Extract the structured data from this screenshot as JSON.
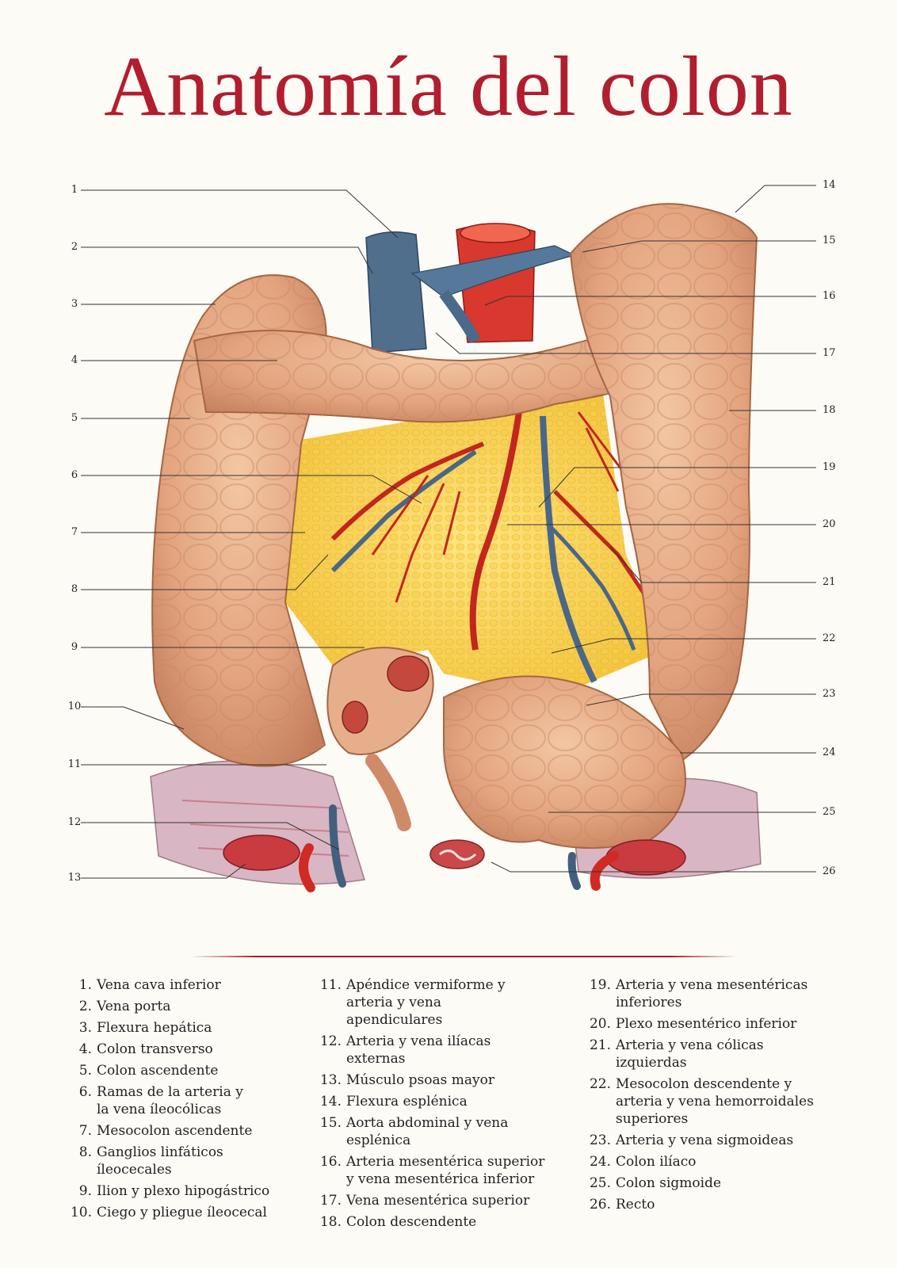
{
  "title": "Anatomía del colon",
  "callouts_left": [
    "1",
    "2",
    "3",
    "4",
    "5",
    "6",
    "7",
    "8",
    "9",
    "10",
    "11",
    "12",
    "13"
  ],
  "callouts_right": [
    "14",
    "15",
    "16",
    "17",
    "18",
    "19",
    "20",
    "21",
    "22",
    "23",
    "24",
    "25",
    "26"
  ],
  "legend": [
    [
      {
        "num": "1.",
        "text": "Vena cava inferior"
      },
      {
        "num": "2.",
        "text": "Vena porta"
      },
      {
        "num": "3.",
        "text": "Flexura hepática"
      },
      {
        "num": "4.",
        "text": "Colon transverso"
      },
      {
        "num": "5.",
        "text": "Colon ascendente"
      },
      {
        "num": "6.",
        "text": "Ramas de la arteria y\nla vena íleocólicas"
      },
      {
        "num": "7.",
        "text": "Mesocolon ascendente"
      },
      {
        "num": "8.",
        "text": "Ganglios linfáticos\níleocecales"
      },
      {
        "num": "9.",
        "text": "Ilion y plexo hipogástrico"
      },
      {
        "num": "10.",
        "text": "Ciego y pliegue íleocecal"
      }
    ],
    [
      {
        "num": "11.",
        "text": "Apéndice vermiforme y\narteria y vena\napendiculares"
      },
      {
        "num": "12.",
        "text": "Arteria y vena ilíacas\nexternas"
      },
      {
        "num": "13.",
        "text": "Músculo psoas mayor"
      },
      {
        "num": "14.",
        "text": "Flexura esplénica"
      },
      {
        "num": "15.",
        "text": "Aorta abdominal y vena\nesplénica"
      },
      {
        "num": "16.",
        "text": "Arteria mesentérica superior\ny vena mesentérica inferior"
      },
      {
        "num": "17.",
        "text": "Vena mesentérica superior"
      },
      {
        "num": "18.",
        "text": "Colon descendente"
      }
    ],
    [
      {
        "num": "19.",
        "text": "Arteria y vena mesentéricas\ninferiores"
      },
      {
        "num": "20.",
        "text": "Plexo mesentérico inferior"
      },
      {
        "num": "21.",
        "text": "Arteria y vena cólicas\nizquierdas"
      },
      {
        "num": "22.",
        "text": "Mesocolon descendente y\narteria y vena hemorroidales\nsuperiores"
      },
      {
        "num": "23.",
        "text": "Arteria y vena sigmoideas"
      },
      {
        "num": "24.",
        "text": "Colon ilíaco"
      },
      {
        "num": "25.",
        "text": "Colon sigmoide"
      },
      {
        "num": "26.",
        "text": "Recto"
      }
    ]
  ]
}
